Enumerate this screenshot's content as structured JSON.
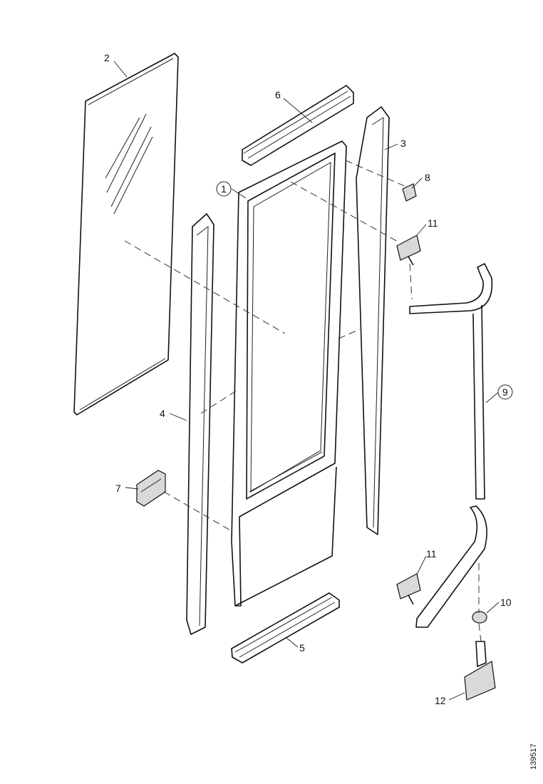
{
  "diagram": {
    "callouts": {
      "c1": "1",
      "c2": "2",
      "c3": "3",
      "c4": "4",
      "c5": "5",
      "c6": "6",
      "c7": "7",
      "c8": "8",
      "c9": "9",
      "c10": "10",
      "c11a": "11",
      "c11b": "11",
      "c12": "12"
    },
    "document_id": "139517"
  }
}
